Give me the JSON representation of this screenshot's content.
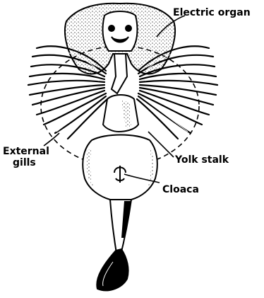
{
  "labels": {
    "electric_organ": "Electric organ",
    "external_gills_line1": "External",
    "external_gills_line2": "gills",
    "yolk_stalk": "Yolk stalk",
    "cloaca": "Cloaca"
  },
  "colors": {
    "ink": "#000000",
    "paper": "#ffffff"
  }
}
